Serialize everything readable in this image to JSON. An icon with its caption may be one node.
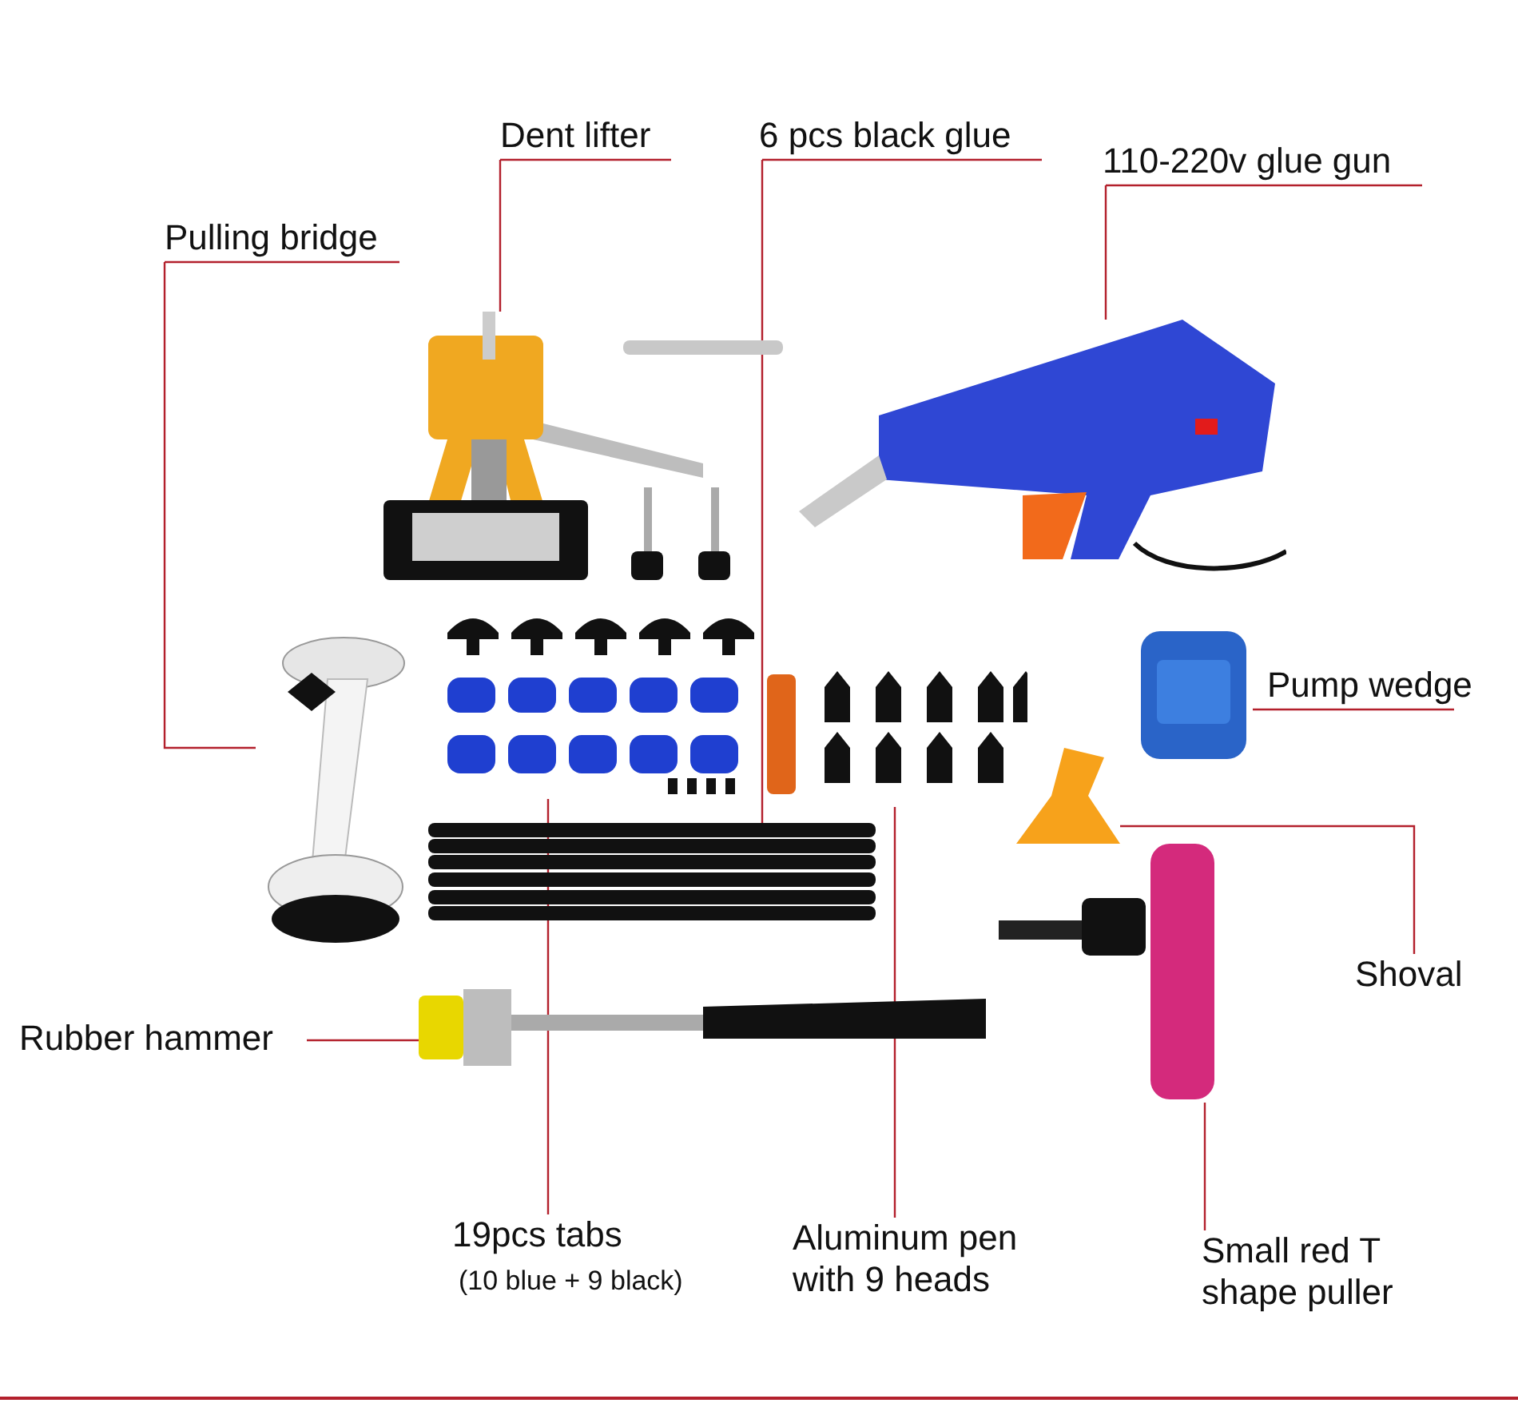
{
  "diagram": {
    "nodes": [
      {
        "text": [
          "Dent lifter"
        ]
      },
      {
        "text": [],
        "shape": "picture"
      },
      {
        "text": [
          "6 pcs black glue"
        ]
      },
      {
        "text": [],
        "shape": "picture"
      },
      {
        "text": [
          "110-220v glue gun"
        ]
      },
      {
        "text": [],
        "shape": "picture"
      },
      {
        "text": [
          "Pulling bridge"
        ]
      },
      {
        "text": [],
        "shape": "picture"
      },
      {
        "text": [
          "Pump wedge"
        ]
      },
      {
        "text": [],
        "shape": "picture"
      },
      {
        "text": [
          "Shoval"
        ]
      },
      {
        "text": [],
        "shape": "picture"
      },
      {
        "text": [
          "Rubber hammer"
        ]
      },
      {
        "text": [],
        "shape": "picture"
      },
      {
        "text": [
          "19pcs tabs"
        ],
        "beside": [
          "(10 blue + 9 black)"
        ]
      },
      {
        "text": [],
        "shape": "picture"
      },
      {
        "text": [
          "Aluminum pen with 9 heads"
        ]
      },
      {
        "text": [],
        "shape": "picture"
      },
      {
        "text": [
          "Small red T shape puller"
        ]
      },
      {
        "text": [],
        "shape": "picture"
      }
    ],
    "edges": [
      {
        "from": 0,
        "to": 1,
        "arrow": "none"
      },
      {
        "from": 2,
        "to": 3,
        "arrow": "none"
      },
      {
        "from": 4,
        "to": 5,
        "arrow": "none"
      },
      {
        "from": 6,
        "to": 7,
        "arrow": "none"
      },
      {
        "from": 8,
        "to": 9,
        "arrow": "none"
      },
      {
        "from": 10,
        "to": 11,
        "arrow": "none"
      },
      {
        "from": 12,
        "to": 13,
        "arrow": "none"
      },
      {
        "from": 14,
        "to": 15,
        "arrow": "none"
      },
      {
        "from": 16,
        "to": 17,
        "arrow": "none"
      },
      {
        "from": 18,
        "to": 19,
        "arrow": "none"
      }
    ]
  }
}
